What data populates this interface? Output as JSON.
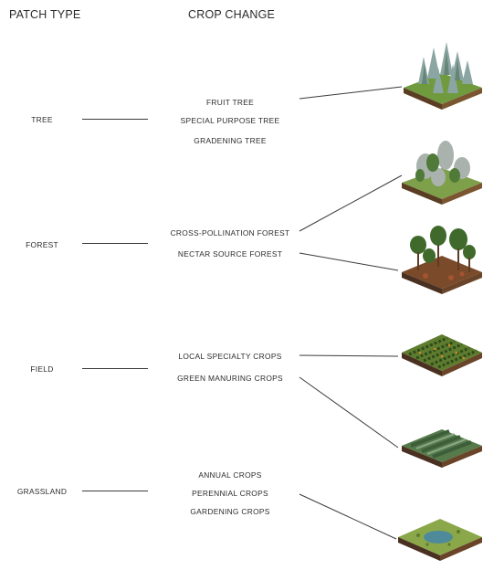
{
  "headers": {
    "patch_type": "PATCH TYPE",
    "crop_change": "CROP CHANGE"
  },
  "patch_types": [
    "TREE",
    "FOREST",
    "FIELD",
    "GRASSLAND"
  ],
  "crop_groups": [
    [
      "FRUIT TREE",
      "SPECIAL PURPOSE TREE",
      "GRADENING TREE"
    ],
    [
      "CROSS-POLLINATION FOREST",
      "NECTAR SOURCE FOREST"
    ],
    [
      "LOCAL SPECIALTY CROPS",
      "GREEN MANURING CROPS"
    ],
    [
      "ANNUAL CROPS",
      "PERENNIAL CROPS",
      "GARDENING CROPS"
    ]
  ],
  "patch_illustrations": [
    "conifer-tree-patch",
    "mixed-tree-patch",
    "forest-patch",
    "orchard-field-patch",
    "green-manure-field-patch",
    "grassland-pond-patch"
  ],
  "colors": {
    "text": "#2b2b2b",
    "line": "#3a3a3a",
    "grass": "#6f9a3e",
    "soil": "#5a3d22"
  }
}
